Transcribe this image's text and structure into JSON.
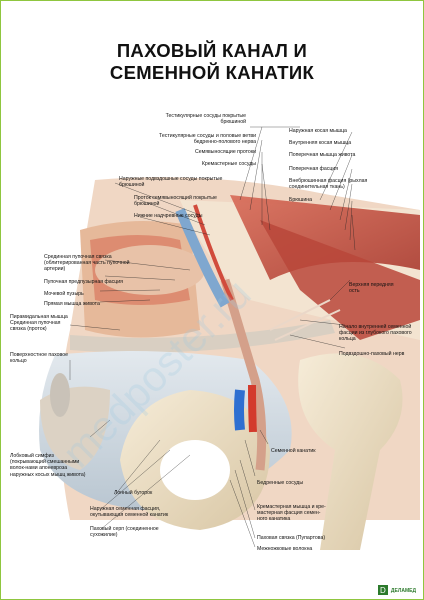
{
  "title": {
    "line1": "ПАХОВЫЙ КАНАЛ И",
    "line2": "СЕМЕННОЙ КАНАТИК"
  },
  "labels": {
    "testicular_vessels_peritoneum": "Тестикулярные сосуды покрытые брюшиной",
    "testicular_vessels_genital_branch": "Тестикулярные сосуды и половые ветви бедренно-полового нерва",
    "vas_deferens": "Семявыносящие протоки",
    "cremaster_vessels": "Кремастерные сосуды",
    "external_iliac_vessels": "Наружные подвздошные сосуды покрытые брюшиной",
    "vas_deferens_peritoneum": "Проток семявыносящий покрытые брюшиной",
    "inferior_epigastric": "Нижние надчревные сосуды",
    "medial_umbilical": "Срединная пупочная связка (облитерированная часть пупочной артерии)",
    "prevesical_fascia": "Пупочная предпузырная фасция",
    "bladder": "Мочевой пузырь",
    "rectus_abdominis": "Прямая мышца живота",
    "pyramidalis": "Пирамидальная мышца",
    "median_umbilical_ligament": "Срединная пупочная связка (проток)",
    "superficial_inguinal_ring": "Поверхностное паховое кольцо",
    "pubic_symphysis": "Лобковый симфиз (покрывающий смешанными волок-нами апоневроза наружных косых мышц живота)",
    "pubic_tubercle": "Лонный бугорок",
    "external_spermatic_fascia": "Наружная семенная фасция, окутывающая семенной канатик",
    "reflected_ligament": "Паховый серп (соединенное сухожилие)",
    "external_oblique": "Наружная косая мышца",
    "internal_oblique": "Внутренняя косая мышца",
    "transversus": "Поперечная мышца живота",
    "transversalis_fascia": "Поперечная фасция",
    "extraperitoneal_tissue": "Внебрюшинная фасция (рыхлая соединительная ткань)",
    "peritoneum": "Брюшина",
    "asis": "Верхняя передняя ость",
    "deep_ring": "Начало внутренней семенной фасции из глубокого пахового кольца",
    "iliohypogastric": "Подвздошно-паховый нерв",
    "spermatic_cord": "Семенной канатик",
    "femoral_vessels": "Бедренные сосуды",
    "cremaster_muscle": "Кремастерная мышца и кре-мастерная фасция семен-ного канатика",
    "inguinal_ligament": "Паховая связка (Пупартова)",
    "intercrural_fibers": "Межножковые волокна"
  },
  "watermark": "medposter.ru",
  "logo": "ДЕЛАМЕД",
  "colors": {
    "border": "#8fc63f",
    "muscle": "#c9574a",
    "fascia": "#e9d9c4",
    "artery": "#d33a2c",
    "vein": "#2e6fd1",
    "bone": "#efe4cf"
  }
}
